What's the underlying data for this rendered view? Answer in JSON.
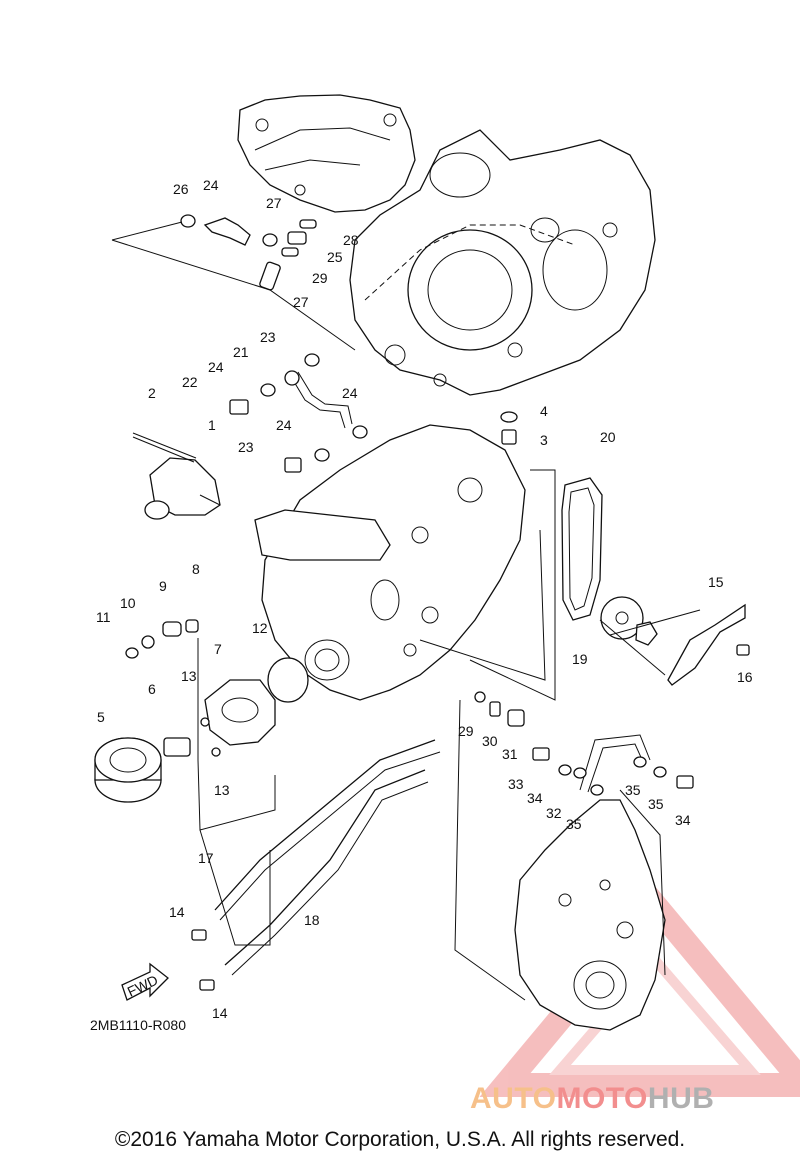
{
  "diagram": {
    "reference_code": "2MB1110-R080",
    "fwd_label": "FWD",
    "callouts": [
      "1",
      "2",
      "3",
      "4",
      "5",
      "6",
      "7",
      "8",
      "9",
      "10",
      "11",
      "12",
      "13",
      "13",
      "14",
      "14",
      "15",
      "16",
      "17",
      "18",
      "19",
      "20",
      "21",
      "22",
      "23",
      "23",
      "24",
      "24",
      "24",
      "24",
      "25",
      "26",
      "27",
      "27",
      "28",
      "29",
      "29",
      "30",
      "31",
      "32",
      "33",
      "34",
      "34",
      "35",
      "35",
      "35",
      "35"
    ]
  },
  "footer": {
    "copyright": "©2016 Yamaha Motor Corporation, U.S.A. All rights reserved."
  },
  "watermark": {
    "part_a": "AUTO",
    "part_b": "MOTO",
    "part_c": "HUB",
    "colors": {
      "auto": "#f6c08a",
      "moto": "#f28e8e",
      "hub": "#b0b0b0",
      "triangle": "#f0a0a0"
    }
  }
}
